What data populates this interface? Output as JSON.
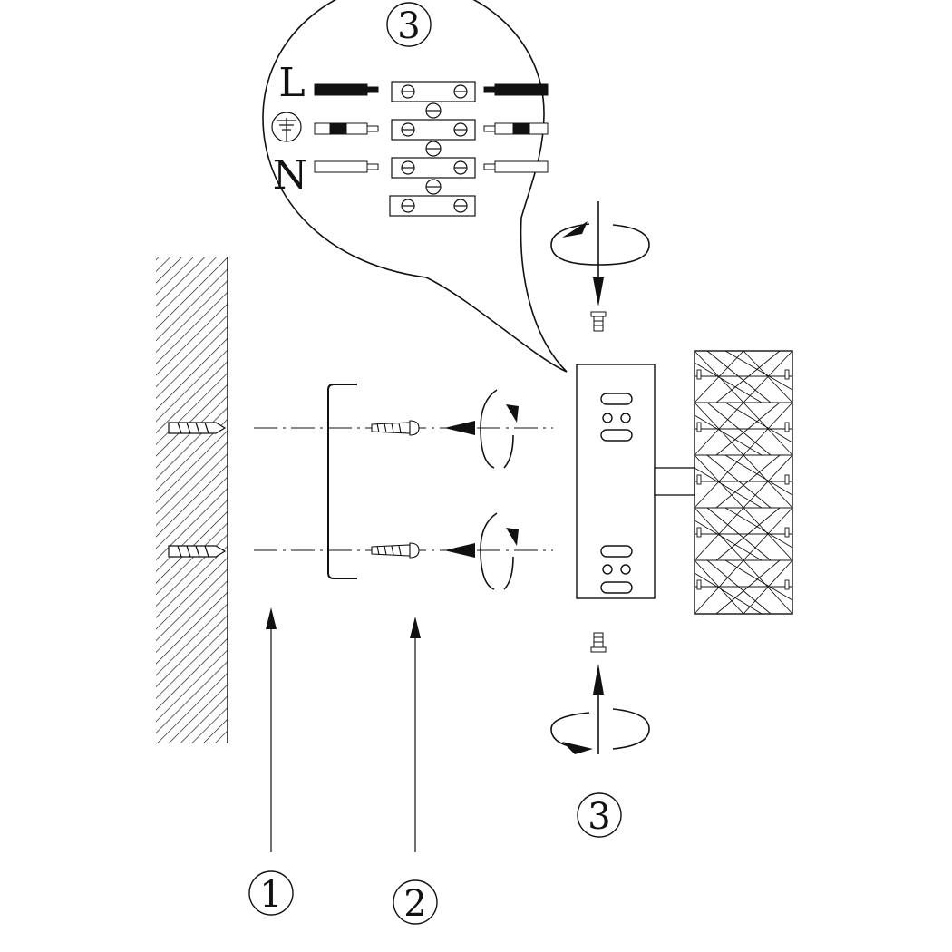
{
  "step_markers": {
    "detail": "3",
    "step1": "1",
    "step2": "2",
    "step3": "3"
  },
  "wire_labels": {
    "live": "L",
    "earth_icon": "earth-ground-icon",
    "neutral": "N"
  },
  "colors": {
    "line": "#111111",
    "background": "#ffffff"
  }
}
